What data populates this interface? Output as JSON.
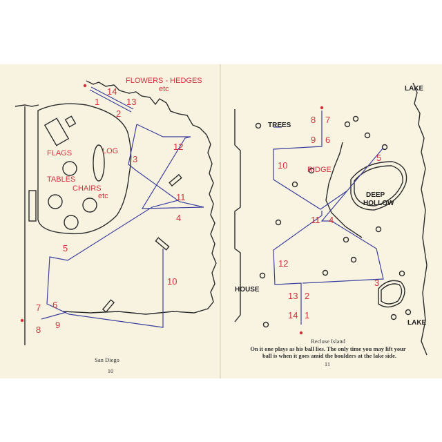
{
  "colors": {
    "page": "#f8f3e0",
    "labels": "#d3303c",
    "route": "#3b3f9e",
    "ink": "#2a2a2a"
  },
  "left_page": {
    "labels": {
      "flowers": "FLOWERS - HEDGES",
      "flowers_etc": "etc",
      "flags": "FLAGS",
      "log": "LOG",
      "tables": "TABLES",
      "chairs": "CHAIRS",
      "chairs_etc": "etc"
    },
    "holes": [
      "1",
      "2",
      "3",
      "4",
      "5",
      "6",
      "7",
      "8",
      "9",
      "10",
      "11",
      "12",
      "13",
      "14"
    ],
    "caption": "San Diego",
    "page_number": "10"
  },
  "right_page": {
    "labels": {
      "lake_top": "LAKE",
      "trees": "TREES",
      "ridge": "RIDGE",
      "deep": "DEEP",
      "hollow": "HOLLOW",
      "house": "HOUSE",
      "lake_bottom": "LAKE"
    },
    "holes": [
      "1",
      "2",
      "3",
      "4",
      "5",
      "6",
      "7",
      "8",
      "9",
      "10",
      "11",
      "12",
      "13",
      "14"
    ],
    "title": "Recluse Island",
    "caption_line1": "On it one plays as his ball lies.  The only time you may lift your",
    "caption_line2": "ball is when it goes amid the boulders at the lake side.",
    "page_number": "11"
  }
}
